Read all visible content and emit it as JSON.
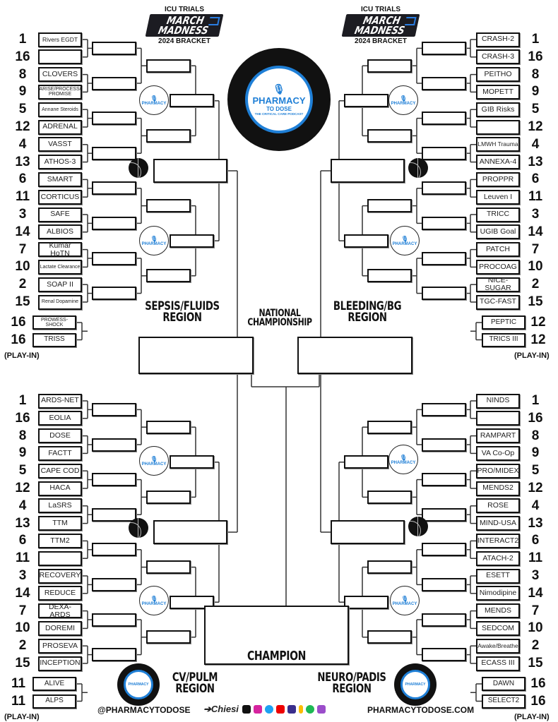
{
  "header": {
    "pre": "ICU TRIALS",
    "line1": "MARCH",
    "line2": "MADNESS",
    "sub": "2024 BRACKET"
  },
  "center_logo": {
    "name": "PHARMACY",
    "name2": "TO DOSE",
    "tagline": "THE CRITICAL CARE PODCAST"
  },
  "small_logo_text": "PHARMACY",
  "seeds": [
    1,
    16,
    8,
    9,
    5,
    12,
    4,
    13,
    6,
    11,
    3,
    14,
    7,
    10,
    2,
    15
  ],
  "regions": [
    {
      "id": "tl",
      "label1": "SEPSIS/FLUIDS",
      "label2": "REGION",
      "teams": [
        "Rivers EGDT",
        "",
        "CLOVERS",
        "ARISE/PROCESS/ PROMISE",
        "Annane Steroids",
        "ADRENAL",
        "VASST",
        "ATHOS-3",
        "SMART",
        "CORTICUS",
        "SAFE",
        "ALBIOS",
        "Kumar HoTN",
        "Lactate Clearance",
        "SOAP II",
        "Renal Dopamine"
      ],
      "playin": [
        {
          "seed": 16,
          "name": "PROWESS-SHOCK"
        },
        {
          "seed": 16,
          "name": "TRISS"
        }
      ]
    },
    {
      "id": "tr",
      "label1": "BLEEDING/BG",
      "label2": "REGION",
      "teams": [
        "CRASH-2",
        "CRASH-3",
        "PEITHO",
        "MOPETT",
        "GIB Risks",
        "",
        "LMWH Trauma",
        "ANNEXA-4",
        "PROPPR",
        "Leuven I",
        "TRICC",
        "UGIB Goal",
        "PATCH",
        "PROCOAG",
        "NICE-SUGAR",
        "TGC-FAST"
      ],
      "playin": [
        {
          "seed": 12,
          "name": "PEPTIC"
        },
        {
          "seed": 12,
          "name": "TRICS III"
        }
      ]
    },
    {
      "id": "bl",
      "label1": "CV/PULM",
      "label2": "REGION",
      "teams": [
        "ARDS-NET",
        "EOLIA",
        "DOSE",
        "FACTT",
        "CAPE COD",
        "HACA",
        "LaSRS",
        "TTM",
        "TTM2",
        "",
        "RECOVERY",
        "REDUCE",
        "DEXA-ARDS",
        "DOREMI",
        "PROSEVA",
        "INCEPTION"
      ],
      "playin": [
        {
          "seed": 11,
          "name": "ALIVE"
        },
        {
          "seed": 11,
          "name": "ALPS"
        }
      ]
    },
    {
      "id": "br",
      "label1": "NEURO/PADIS",
      "label2": "REGION",
      "teams": [
        "NINDS",
        "",
        "RAMPART",
        "VA Co-Op",
        "PRO/MIDEX",
        "MENDS2",
        "ROSE",
        "MIND-USA",
        "INTERACT2",
        "ATACH-2",
        "ESETT",
        "Nimodipine",
        "MENDS",
        "SEDCOM",
        "Awake/Breathe",
        "ECASS III"
      ],
      "playin": [
        {
          "seed": 16,
          "name": "DAWN"
        },
        {
          "seed": 16,
          "name": "SELECT2"
        }
      ]
    }
  ],
  "playin_label": "(PLAY-IN)",
  "national": {
    "line1": "NATIONAL",
    "line2": "CHAMPIONSHIP"
  },
  "champion_label": "CHAMPION",
  "footer": {
    "handle": "@PHARMACYTODOSE",
    "sponsor": "Chiesi",
    "website": "PHARMACYTODOSE.COM"
  },
  "colors": {
    "accent": "#1f7fd6",
    "dark": "#111111"
  }
}
